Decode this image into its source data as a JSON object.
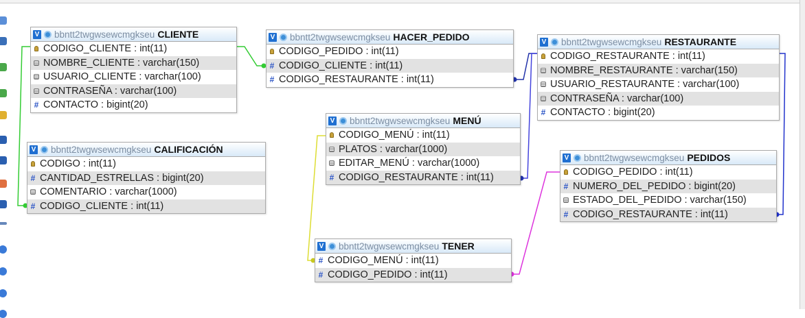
{
  "database": "bbntt2twgwsewcmgkseu",
  "tables": {
    "cliente": {
      "name": "CLIENTE",
      "fields": [
        {
          "text": "CODIGO_CLIENTE : int(11)",
          "icon": "key"
        },
        {
          "text": "NOMBRE_CLIENTE : varchar(150)",
          "icon": "text"
        },
        {
          "text": "USUARIO_CLIENTE : varchar(100)",
          "icon": "text"
        },
        {
          "text": "CONTRASEÑA : varchar(100)",
          "icon": "text"
        },
        {
          "text": "CONTACTO : bigint(20)",
          "icon": "number"
        }
      ]
    },
    "hacer_pedido": {
      "name": "HACER_PEDIDO",
      "fields": [
        {
          "text": "CODIGO_PEDIDO : int(11)",
          "icon": "key"
        },
        {
          "text": "CODIGO_CLIENTE : int(11)",
          "icon": "number"
        },
        {
          "text": "CODIGO_RESTAURANTE : int(11)",
          "icon": "number"
        }
      ]
    },
    "restaurante": {
      "name": "RESTAURANTE",
      "fields": [
        {
          "text": "CODIGO_RESTAURANTE : int(11)",
          "icon": "key"
        },
        {
          "text": "NOMBRE_RESTAURANTE : varchar(150)",
          "icon": "text"
        },
        {
          "text": "USUARIO_RESTAURANTE : varchar(100)",
          "icon": "text"
        },
        {
          "text": "CONTRASEÑA : varchar(100)",
          "icon": "text"
        },
        {
          "text": "CONTACTO : bigint(20)",
          "icon": "number"
        }
      ]
    },
    "menu": {
      "name": "MENÚ",
      "fields": [
        {
          "text": "CODIGO_MENÚ : int(11)",
          "icon": "key"
        },
        {
          "text": "PLATOS : varchar(1000)",
          "icon": "text"
        },
        {
          "text": "EDITAR_MENÚ : varchar(1000)",
          "icon": "text"
        },
        {
          "text": "CODIGO_RESTAURANTE : int(11)",
          "icon": "number"
        }
      ]
    },
    "calificacion": {
      "name": "CALIFICACIÓN",
      "fields": [
        {
          "text": "CODIGO : int(11)",
          "icon": "key"
        },
        {
          "text": "CANTIDAD_ESTRELLAS : bigint(20)",
          "icon": "number"
        },
        {
          "text": "COMENTARIO : varchar(1000)",
          "icon": "text"
        },
        {
          "text": "CODIGO_CLIENTE : int(11)",
          "icon": "number"
        }
      ]
    },
    "pedidos": {
      "name": "PEDIDOS",
      "fields": [
        {
          "text": "CODIGO_PEDIDO : int(11)",
          "icon": "key"
        },
        {
          "text": "NUMERO_DEL_PEDIDO : bigint(20)",
          "icon": "number"
        },
        {
          "text": "ESTADO_DEL_PEDIDO : varchar(150)",
          "icon": "text"
        },
        {
          "text": "CODIGO_RESTAURANTE : int(11)",
          "icon": "number"
        }
      ]
    },
    "tener": {
      "name": "TENER",
      "fields": [
        {
          "text": "CODIGO_MENÚ : int(11)",
          "icon": "number"
        },
        {
          "text": "CODIGO_PEDIDO : int(11)",
          "icon": "number"
        }
      ]
    }
  },
  "relations": [
    {
      "from": "cliente",
      "to": "hacer_pedido",
      "color": "#33cc33"
    },
    {
      "from": "cliente",
      "to": "calificacion",
      "color": "#33cc33"
    },
    {
      "from": "hacer_pedido",
      "to": "restaurante",
      "color": "#2233aa"
    },
    {
      "from": "menu",
      "to": "restaurante",
      "color": "#4444dd"
    },
    {
      "from": "pedidos",
      "to": "restaurante",
      "color": "#2233cc"
    },
    {
      "from": "tener",
      "to": "menu",
      "color": "#dddd33"
    },
    {
      "from": "tener",
      "to": "pedidos",
      "color": "#dd33dd"
    }
  ]
}
